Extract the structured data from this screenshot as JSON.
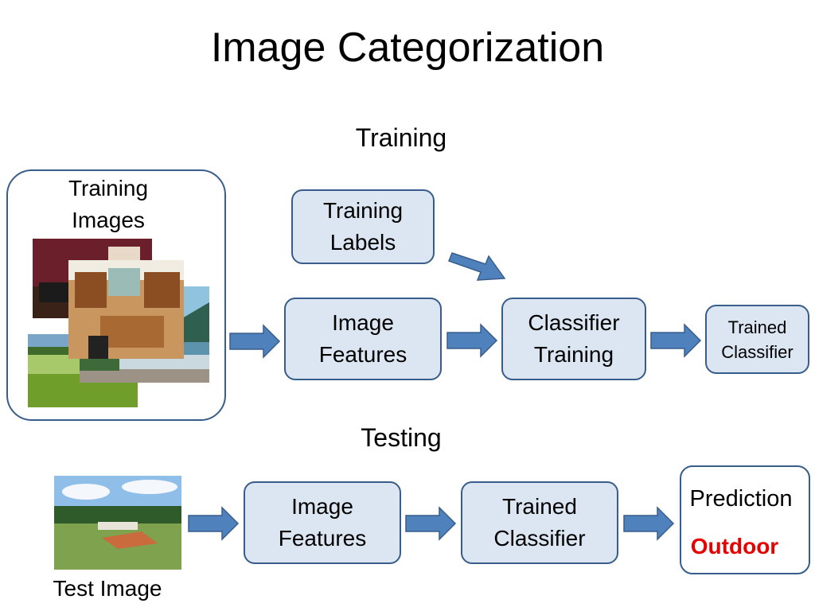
{
  "title": "Image Categorization",
  "training": {
    "heading": "Training",
    "images_label": "Training\nImages",
    "labels_box": "Training\nLabels",
    "features_box": "Image\nFeatures",
    "classifier_box": "Classifier\nTraining",
    "output_box": "Trained\nClassifier"
  },
  "testing": {
    "heading": "Testing",
    "image_label": "Test Image",
    "features_box": "Image\nFeatures",
    "classifier_box": "Trained\nClassifier",
    "prediction_label": "Prediction",
    "prediction_value": "Outdoor"
  },
  "colors": {
    "box_fill": "#dce6f2",
    "box_border": "#385d8a",
    "arrow_fill": "#4f81bd",
    "prediction": "#e60000"
  }
}
